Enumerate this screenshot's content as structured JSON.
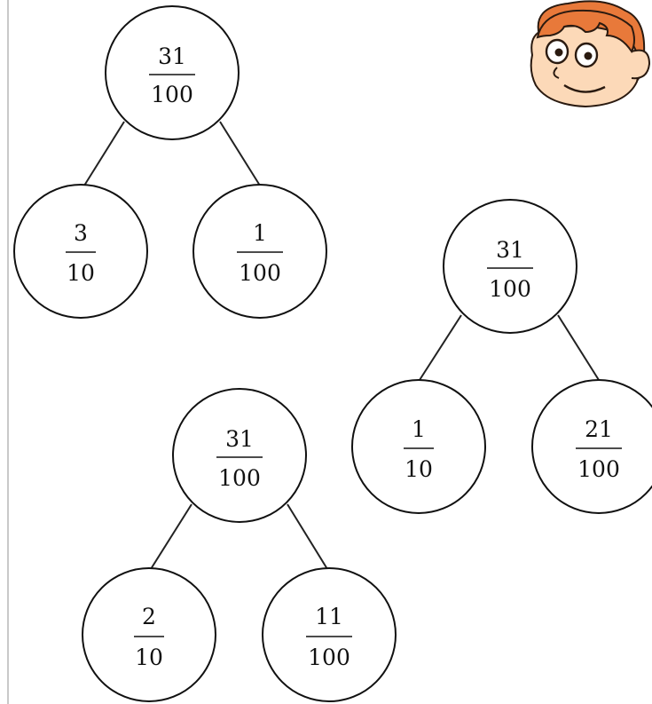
{
  "trees": [
    {
      "root": {
        "numerator": "31",
        "denominator": "100"
      },
      "left": {
        "numerator": "3",
        "denominator": "10"
      },
      "right": {
        "numerator": "1",
        "denominator": "100"
      }
    },
    {
      "root": {
        "numerator": "31",
        "denominator": "100"
      },
      "left": {
        "numerator": "1",
        "denominator": "10"
      },
      "right": {
        "numerator": "21",
        "denominator": "100"
      }
    },
    {
      "root": {
        "numerator": "31",
        "denominator": "100"
      },
      "left": {
        "numerator": "2",
        "denominator": "10"
      },
      "right": {
        "numerator": "11",
        "denominator": "100"
      }
    }
  ],
  "mascot": {
    "icon": "boy-face-icon",
    "hair_color": "#E8793A",
    "skin_color": "#FCD9B8"
  }
}
